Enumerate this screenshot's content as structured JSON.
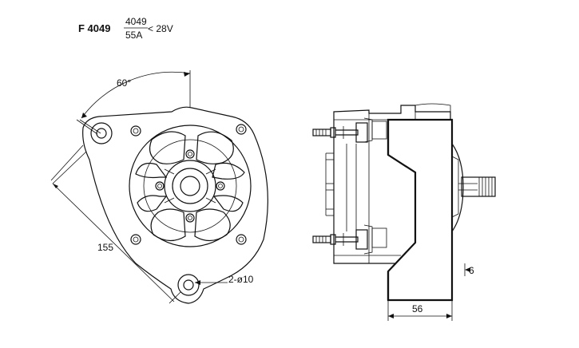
{
  "header": {
    "model_code": "F 4049",
    "fraction_numerator": "4049",
    "fraction_denominator": "55A",
    "voltage": "< 28V"
  },
  "dimensions": {
    "angle": "60°",
    "length": "155",
    "holes": "2-ø10",
    "width": "56",
    "offset": "6"
  }
}
